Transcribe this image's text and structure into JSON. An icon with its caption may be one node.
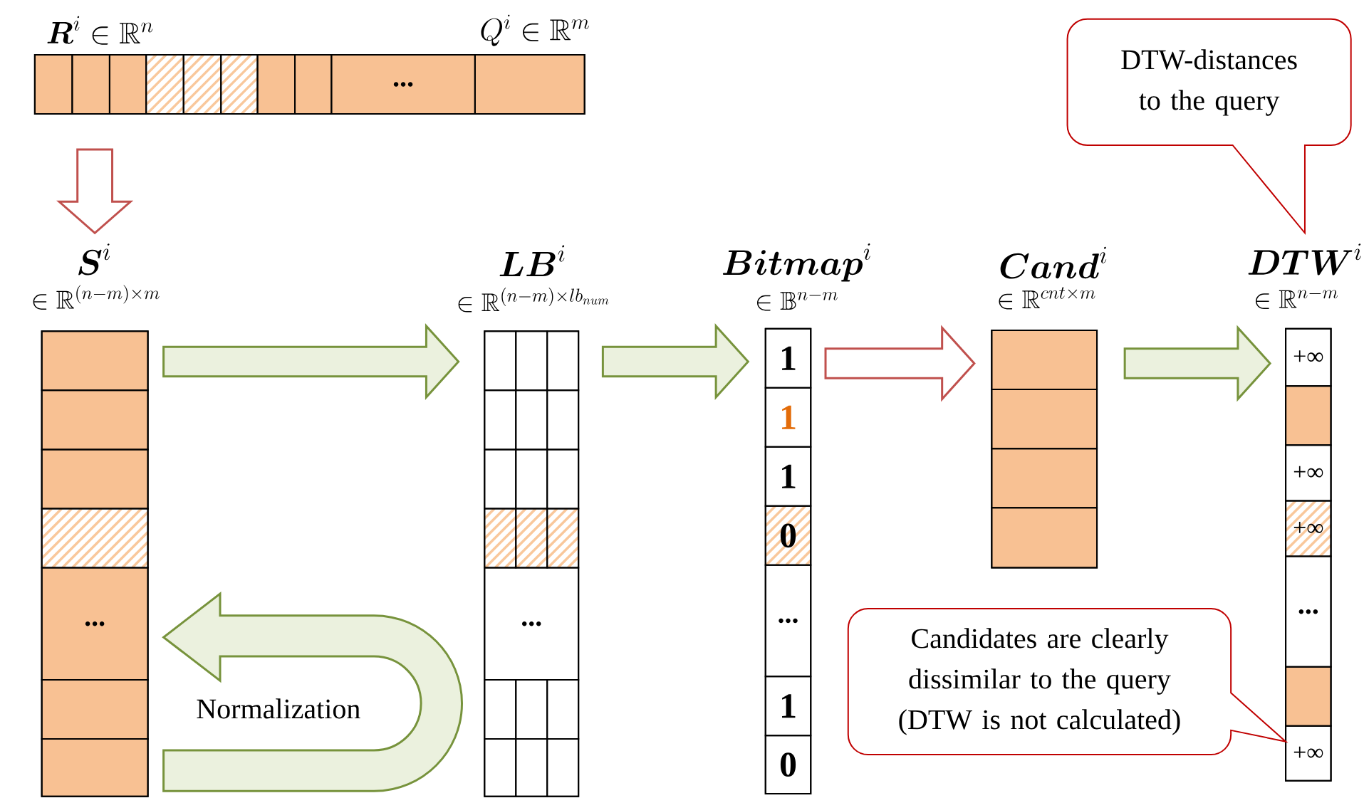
{
  "diagram": {
    "nodes": [
      {
        "text": [
          "\\boldsymbol{R}^{i} \\in \\mathbb{R}^{n}",
          "Q^{i} \\in \\mathbb{R}^{m}",
          "..."
        ]
      },
      {
        "text": [
          "\\boldsymbol{S}^{i}",
          "\\in \\mathbb{R}^{(n-m)\\times m}",
          "..."
        ]
      },
      {
        "text": [
          "\\boldsymbol{LB}^{i}",
          "\\in \\mathbb{R}^{(n-m)\\times lb_{num}}",
          "..."
        ]
      },
      {
        "text": [
          "\\boldsymbol{Bitmap}^{i}",
          "\\in \\mathbb{B}^{n-m}",
          "1",
          "1",
          "1",
          "0",
          "...",
          "1",
          "0"
        ]
      },
      {
        "text": [
          "\\boldsymbol{Cand}^{i}",
          "\\in \\mathbb{R}^{cnt\\times m}"
        ]
      },
      {
        "text": [
          "\\boldsymbol{DTW}^{i}",
          "\\in \\mathbb{R}^{n-m}",
          "+∞",
          "+∞",
          "+∞",
          "...",
          "+∞"
        ]
      },
      {
        "text": [
          "DTW-distances to the query"
        ]
      },
      {
        "text": [
          "Candidates are clearly dissimilar to the query (DTW is not calculated)"
        ]
      }
    ],
    "edges": [
      {
        "from": 0,
        "to": 1,
        "arrow": "to",
        "color": "#c0504d"
      },
      {
        "from": 1,
        "to": 2,
        "arrow": "to"
      },
      {
        "from": 2,
        "to": 3,
        "arrow": "to"
      },
      {
        "from": 3,
        "to": 4,
        "arrow": "to",
        "color": "#c0504d"
      },
      {
        "from": 4,
        "to": 5,
        "arrow": "to"
      },
      {
        "from": 1,
        "to": 1,
        "arrow": "to",
        "label": "Normalization"
      }
    ]
  }
}
